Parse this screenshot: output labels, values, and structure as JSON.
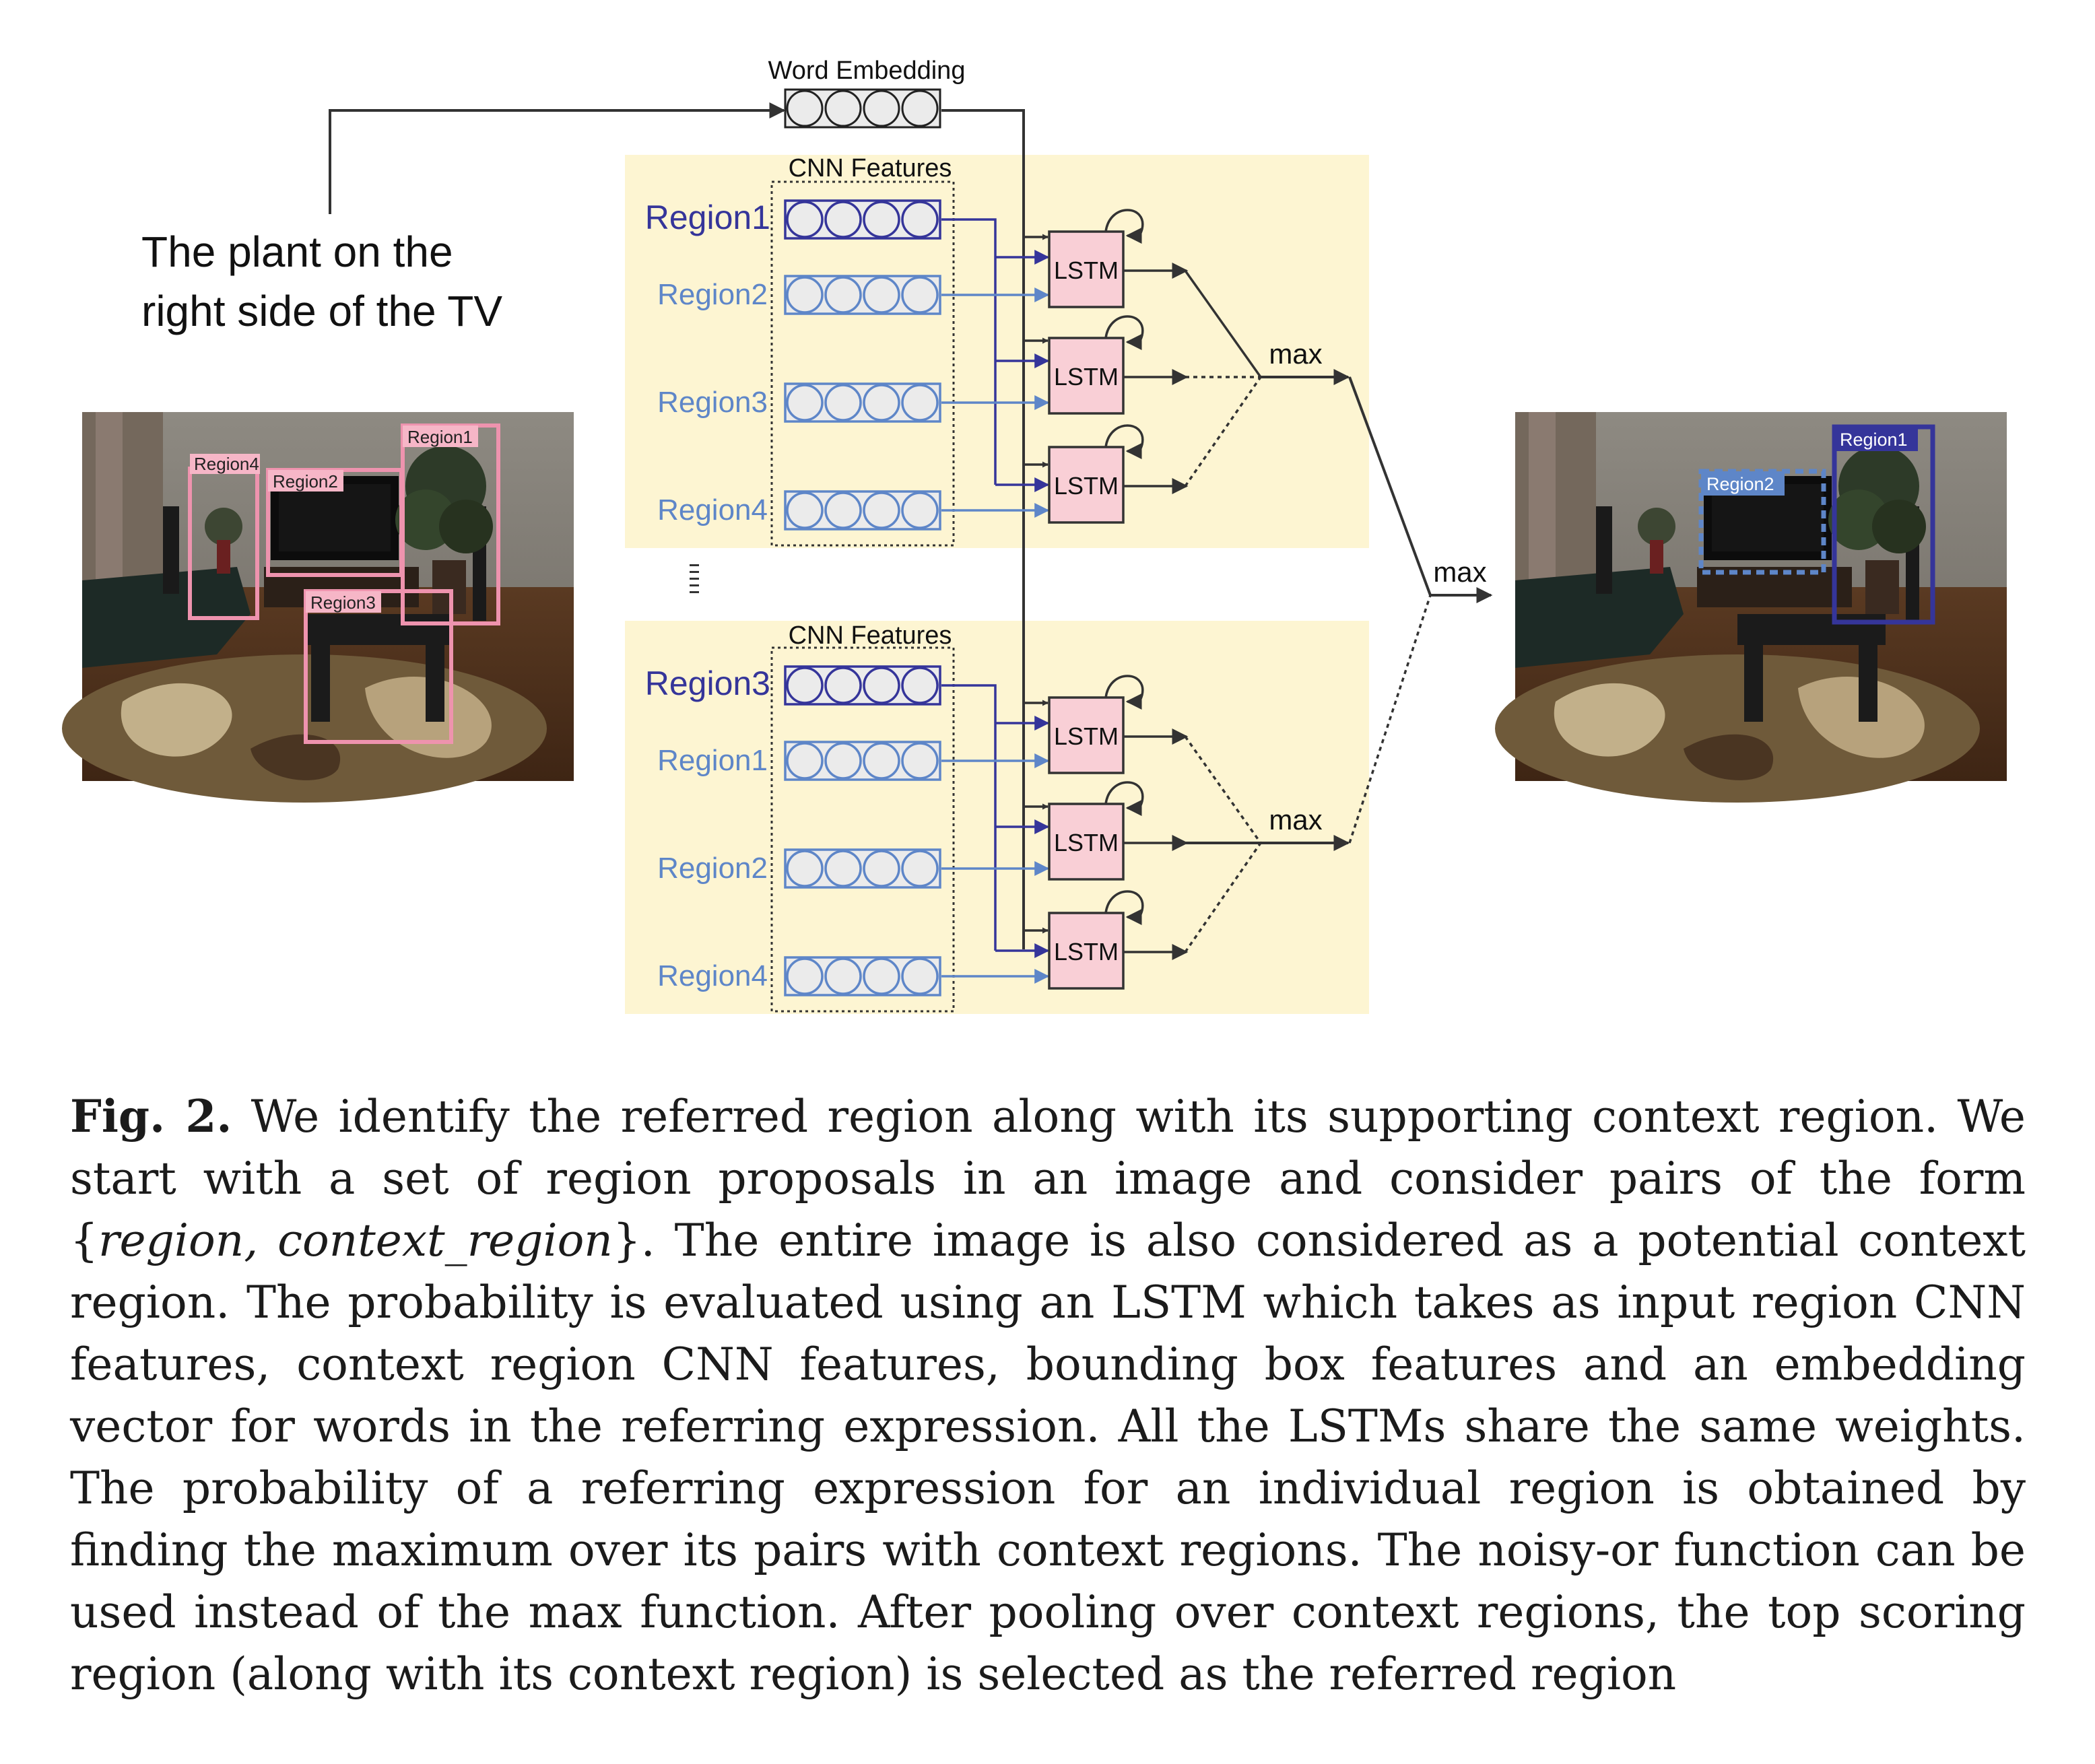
{
  "figure": {
    "query_text_lines": [
      "The plant on the",
      "right side of the TV"
    ],
    "word_embedding_label": "Word Embedding",
    "cnn_features_label": "CNN Features",
    "top_block_rows": [
      "Region1",
      "Region2",
      "Region3",
      "Region4"
    ],
    "bottom_block_rows": [
      "Region3",
      "Region1",
      "Region2",
      "Region4"
    ],
    "lstm_label": "LSTM",
    "max_label": "max",
    "input_image_boxes": [
      "Region4",
      "Region2",
      "Region1",
      "Region3"
    ],
    "output_image_boxes": [
      "Region2",
      "Region1"
    ],
    "colors": {
      "block_bg": "#fdf5d2",
      "lstm_fill": "#f9cfd6",
      "dark_blue": "#35359a",
      "light_blue": "#5e86c8",
      "pink_box": "#ee93ae",
      "arrow": "#333333"
    }
  },
  "caption": {
    "label": "Fig. 2.",
    "text_1": " We identify the referred region along with its supporting context region. We start with a set of region proposals in an image and consider pairs of the form {",
    "italic": "region, context_region",
    "text_2": "}. The entire image is also considered as a potential context region. The probability is evaluated using an LSTM which takes as input region CNN features, context region CNN features, bounding box features and an embedding vector for words in the referring expression. All the LSTMs share the same weights. The probability of a referring expression for an individual region is obtained by finding the maximum over its pairs with context regions. The noisy-or function can be used instead of the max function. After pooling over context regions, the top scoring region (along with its context region) is selected as the referred region"
  }
}
